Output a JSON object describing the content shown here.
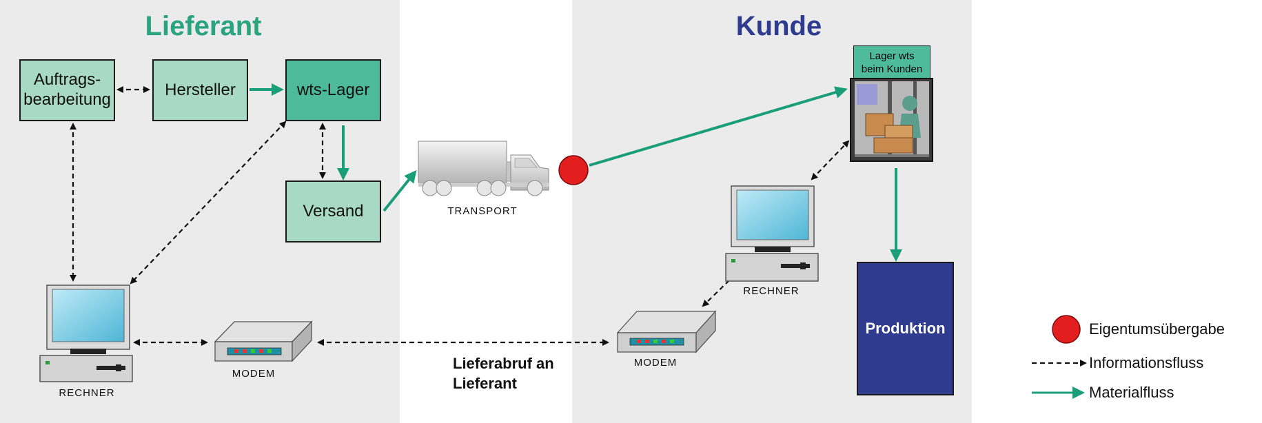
{
  "supplier": {
    "title": "Lieferant",
    "boxes": {
      "auftrag": "Auftrags-\nbearbeitung",
      "hersteller": "Hersteller",
      "wtslager": "wts-Lager",
      "versand": "Versand"
    },
    "computer_label": "RECHNER",
    "modem_label": "MODEM"
  },
  "transport_label": "TRANSPORT",
  "call_off_label": "Lieferabruf an\nLieferant",
  "customer": {
    "title": "Kunde",
    "warehouse_label": "Lager wts\nbeim Kunden",
    "computer_label": "RECHNER",
    "modem_label": "MODEM",
    "production": "Produktion"
  },
  "legend": {
    "ownership": "Eigentumsübergabe",
    "info": "Informationsfluss",
    "material": "Materialfluss"
  },
  "colors": {
    "supplier_title": "#2aa37f",
    "customer_title": "#2f3b8f",
    "material_arrow": "#1a9e7a",
    "ownership_dot": "#e31e1e",
    "production_box": "#2f3b8f",
    "panel_bg": "#ebebeb"
  }
}
